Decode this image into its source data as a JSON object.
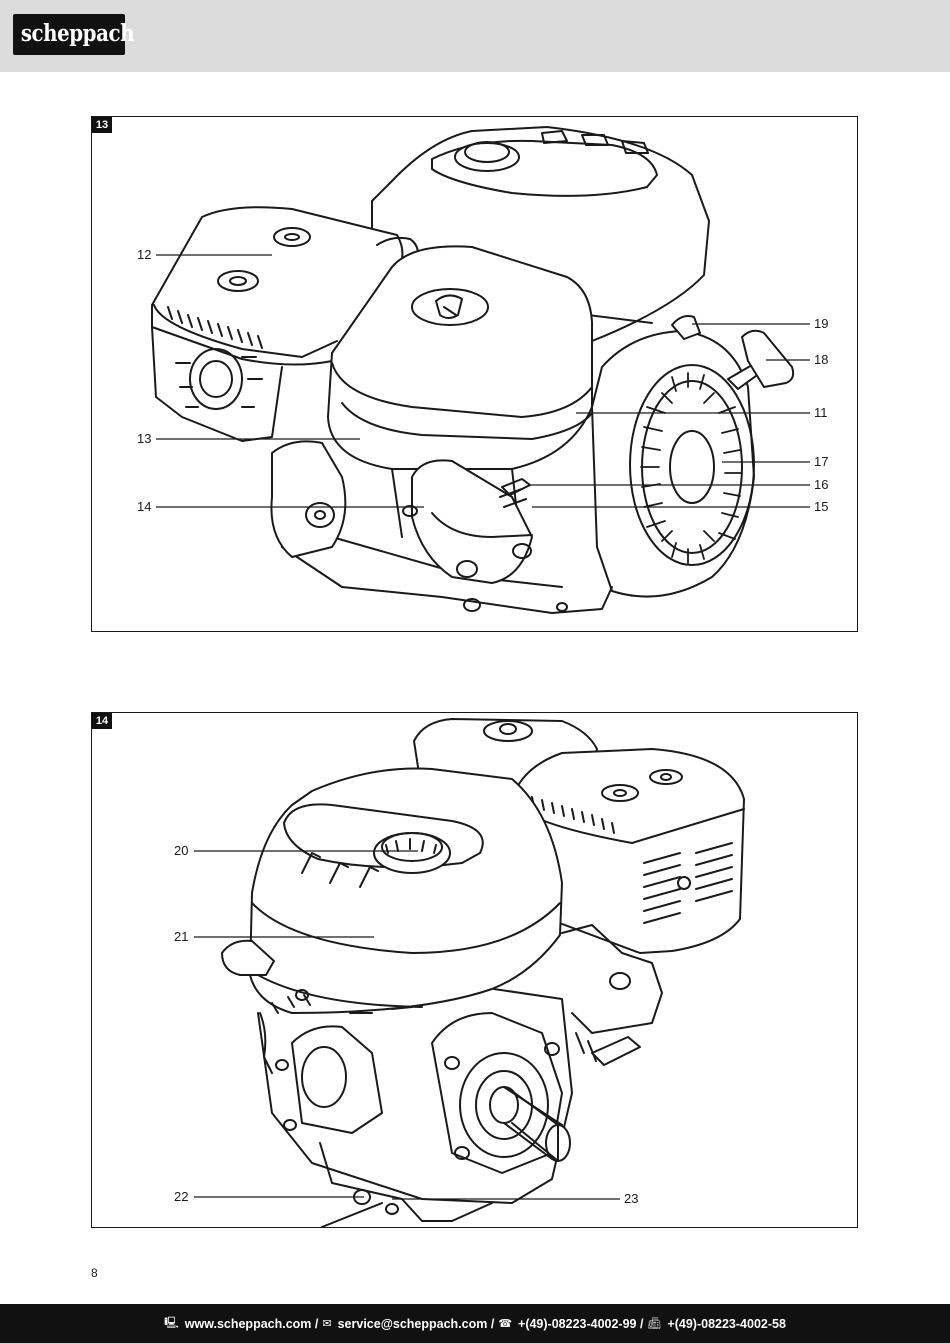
{
  "header": {
    "logo_text": "scheppach"
  },
  "figure13": {
    "number": "13",
    "callouts": {
      "c11": "11",
      "c12": "12",
      "c13": "13",
      "c14": "14",
      "c15": "15",
      "c16": "16",
      "c17": "17",
      "c18": "18",
      "c19": "19"
    }
  },
  "figure14": {
    "number": "14",
    "callouts": {
      "c20": "20",
      "c21": "21",
      "c22": "22",
      "c23": "23"
    }
  },
  "page_number": "8",
  "footer": {
    "web": "www.scheppach.com /",
    "email": "service@scheppach.com /",
    "phone": "+(49)-08223-4002-99 /",
    "fax": "+(49)-08223-4002-58",
    "icons": [
      "computer-icon",
      "mail-icon",
      "telephone-icon",
      "fax-icon"
    ]
  }
}
